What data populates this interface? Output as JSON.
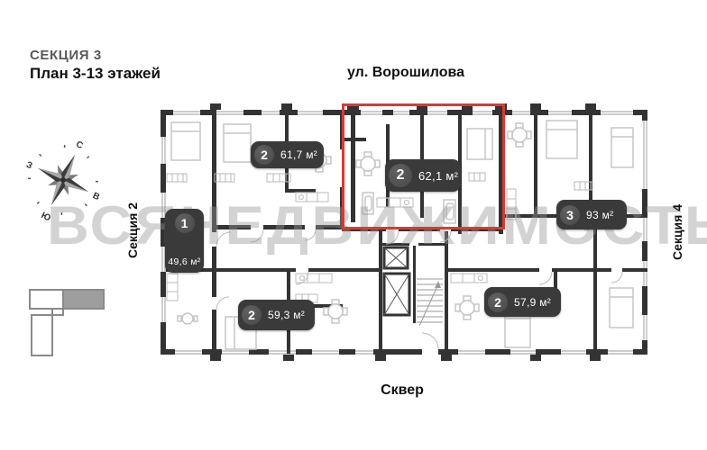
{
  "header": {
    "section_title": "СЕКЦИЯ 3",
    "plan_subtitle": "План 3-13 этажей"
  },
  "surroundings": {
    "street": "ул. Ворошилова",
    "park": "Сквер",
    "left_section": "Секция 2",
    "right_section": "Секция 4"
  },
  "compass": {
    "north": "С",
    "south": "Ю",
    "west": "З",
    "east": "В"
  },
  "watermark": {
    "text": "ВСЯНЕДВИЖИМОСТЬ"
  },
  "apartments": [
    {
      "rooms": "2",
      "area": "61,7 м²",
      "highlighted": false
    },
    {
      "rooms": "2",
      "area": "62,1 м²",
      "highlighted": true
    },
    {
      "rooms": "3",
      "area": "93 м²",
      "highlighted": false
    },
    {
      "rooms": "1",
      "area": "49,6 м²",
      "highlighted": false
    },
    {
      "rooms": "2",
      "area": "59,3 м²",
      "highlighted": false
    },
    {
      "rooms": "2",
      "area": "57,9 м²",
      "highlighted": false
    }
  ],
  "colors": {
    "wall": "#333333",
    "furniture": "#c6c6c6",
    "badge_bg": "#3a3a3a",
    "badge_circle": "#535353",
    "highlight_red": "#d83a34",
    "title_gray": "#595959",
    "keyplan_fill": "#9e9e9e"
  }
}
